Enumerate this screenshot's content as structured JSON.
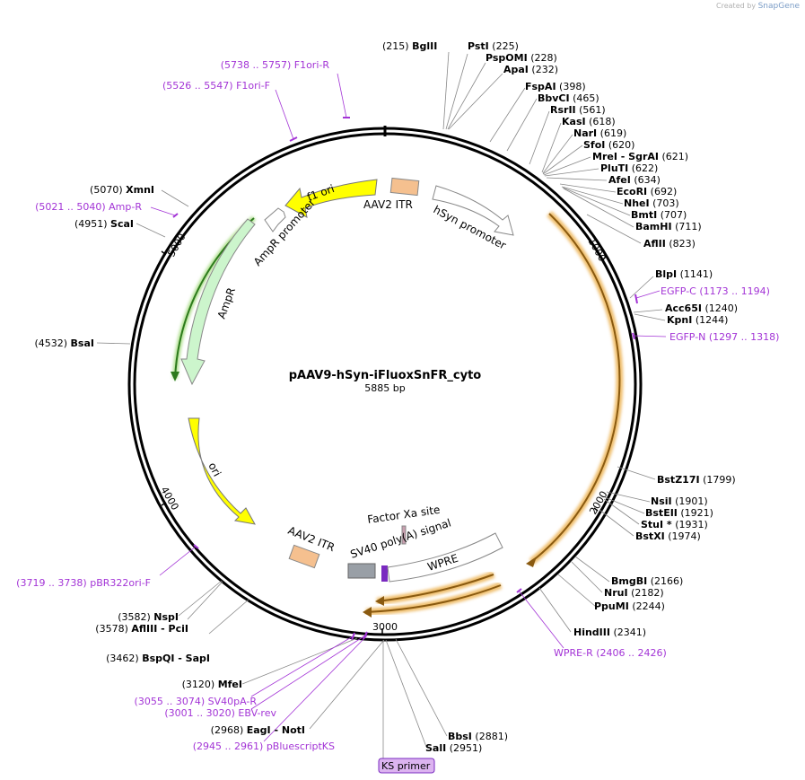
{
  "credit": {
    "prefix": "Created by",
    "brand": "SnapGene"
  },
  "plasmid": {
    "name": "pAAV9-hSyn-iFluoxSnFR_cyto",
    "size_label": "5885 bp",
    "length": 5885
  },
  "ticks": [
    "1000",
    "2000",
    "3000",
    "4000",
    "5000"
  ],
  "enzymes": [
    {
      "pos": "(215)",
      "name": "BglII"
    },
    {
      "pos": "(225)",
      "name": "PstI"
    },
    {
      "pos": "(228)",
      "name": "PspOMI"
    },
    {
      "pos": "(232)",
      "name": "ApaI"
    },
    {
      "pos": "(398)",
      "name": "FspAI"
    },
    {
      "pos": "(465)",
      "name": "BbvCI"
    },
    {
      "pos": "(561)",
      "name": "RsrII"
    },
    {
      "pos": "(618)",
      "name": "KasI"
    },
    {
      "pos": "(619)",
      "name": "NarI"
    },
    {
      "pos": "(620)",
      "name": "SfoI"
    },
    {
      "pos": "(621)",
      "name": "MreI - SgrAI"
    },
    {
      "pos": "(622)",
      "name": "PluTI"
    },
    {
      "pos": "(634)",
      "name": "AfeI"
    },
    {
      "pos": "(692)",
      "name": "EcoRI"
    },
    {
      "pos": "(703)",
      "name": "NheI"
    },
    {
      "pos": "(707)",
      "name": "BmtI"
    },
    {
      "pos": "(711)",
      "name": "BamHI"
    },
    {
      "pos": "(823)",
      "name": "AflII"
    },
    {
      "pos": "(1141)",
      "name": "BlpI"
    },
    {
      "pos": "(1240)",
      "name": "Acc65I"
    },
    {
      "pos": "(1244)",
      "name": "KpnI"
    },
    {
      "pos": "(1799)",
      "name": "BstZ17I"
    },
    {
      "pos": "(1901)",
      "name": "NsiI"
    },
    {
      "pos": "(1921)",
      "name": "BstEII"
    },
    {
      "pos": "(1931)",
      "name": "StuI *"
    },
    {
      "pos": "(1974)",
      "name": "BstXI"
    },
    {
      "pos": "(2166)",
      "name": "BmgBI"
    },
    {
      "pos": "(2182)",
      "name": "NruI"
    },
    {
      "pos": "(2244)",
      "name": "PpuMI"
    },
    {
      "pos": "(2341)",
      "name": "HindIII"
    },
    {
      "pos": "(2881)",
      "name": "BbsI"
    },
    {
      "pos": "(2951)",
      "name": "SalI"
    },
    {
      "pos": "(2968)",
      "name": "EagI - NotI"
    },
    {
      "pos": "(3120)",
      "name": "MfeI"
    },
    {
      "pos": "(3462)",
      "name": "BspQI - SapI"
    },
    {
      "pos": "(3578)",
      "name": "AflIII - PciI"
    },
    {
      "pos": "(3582)",
      "name": "NspI"
    },
    {
      "pos": "(4532)",
      "name": "BsaI"
    },
    {
      "pos": "(4951)",
      "name": "ScaI"
    },
    {
      "pos": "(5070)",
      "name": "XmnI"
    }
  ],
  "primers": [
    {
      "name": "F1ori-R",
      "range": "(5738 .. 5757)"
    },
    {
      "name": "F1ori-F",
      "range": "(5526 .. 5547)"
    },
    {
      "name": "Amp-R",
      "range": "(5021 .. 5040)"
    },
    {
      "name": "EGFP-C",
      "range": "(1173 .. 1194)"
    },
    {
      "name": "EGFP-N",
      "range": "(1297 .. 1318)"
    },
    {
      "name": "WPRE-R",
      "range": "(2406 .. 2426)"
    },
    {
      "name": "pBR322ori-F",
      "range": "(3719 .. 3738)"
    },
    {
      "name": "SV40pA-R",
      "range": "(3055 .. 3074)"
    },
    {
      "name": "EBV-rev",
      "range": "(3001 .. 3020)"
    },
    {
      "name": "pBluescriptKS",
      "range": "(2945 .. 2961)"
    },
    {
      "name": "KS primer",
      "range": ""
    }
  ],
  "features": [
    {
      "name": "f1 ori",
      "color": "#ffff00"
    },
    {
      "name": "AAV2 ITR",
      "color": "#f5c08f"
    },
    {
      "name": "hSyn promoter",
      "color": "#ffffff"
    },
    {
      "name": "AmpR promoter",
      "color": "#ffffff"
    },
    {
      "name": "AmpR",
      "color": "#ccf5cc"
    },
    {
      "name": "ori",
      "color": "#ffff00"
    },
    {
      "name": "AAV2 ITR",
      "color": "#f5c08f"
    },
    {
      "name": "Factor Xa site",
      "color": "#c9a0b0"
    },
    {
      "name": "SV40 poly(A) signal",
      "color": "#999fa6"
    },
    {
      "name": "WPRE",
      "color": "#ffffff"
    }
  ],
  "colors": {
    "primer": "#a334d6",
    "orf": "#f0a830",
    "backbone": "#000000"
  }
}
